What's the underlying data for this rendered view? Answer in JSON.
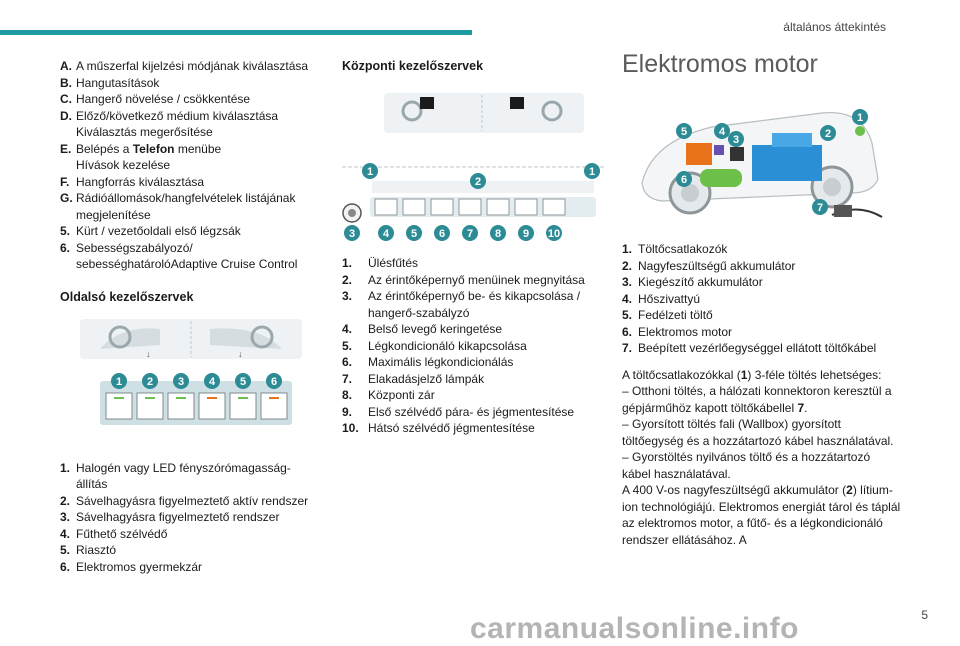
{
  "header": {
    "section": "általános áttekintés"
  },
  "page_number": "5",
  "watermark": "carmanualsonline.info",
  "col1": {
    "list": [
      {
        "k": "A.",
        "v": "A műszerfal kijelzési módjának kiválasztása"
      },
      {
        "k": "B.",
        "v": "Hangutasítások"
      },
      {
        "k": "C.",
        "v": "Hangerő növelése / csökkentése"
      },
      {
        "k": "D.",
        "v": "Előző/következő médium kiválasztása"
      },
      {
        "k": "",
        "v": "Kiválasztás megerősítése"
      },
      {
        "k": "E.",
        "v_pre": "Belépés a ",
        "v_bold": "Telefon",
        "v_post": " menübe"
      },
      {
        "k": "",
        "v": "Hívások kezelése"
      },
      {
        "k": "F.",
        "v": "Hangforrás kiválasztása"
      },
      {
        "k": "G.",
        "v": "Rádióállomások/hangfelvételek listájának megjelenítése"
      },
      {
        "k": "5.",
        "v": "Kürt / vezetőoldali első légzsák"
      },
      {
        "k": "6.",
        "v": "Sebességszabályozó/ sebességhatárolóAdaptive Cruise Control"
      }
    ],
    "side_title": "Oldalsó kezelőszervek",
    "side_list": [
      {
        "k": "1.",
        "v": "Halogén vagy LED fényszórómagasság-állítás"
      },
      {
        "k": "2.",
        "v": "Sávelhagyásra figyelmeztető aktív rendszer"
      },
      {
        "k": "3.",
        "v": "Sávelhagyásra figyelmeztető rendszer"
      },
      {
        "k": "4.",
        "v": "Fűthető szélvédő"
      },
      {
        "k": "5.",
        "v": "Riasztó"
      },
      {
        "k": "6.",
        "v": "Elektromos gyermekzár"
      }
    ],
    "figure_badges": [
      "1",
      "2",
      "3",
      "4",
      "5",
      "6"
    ]
  },
  "col2": {
    "title": "Központi kezelőszervek",
    "list": [
      {
        "k": "1.",
        "v": "Ülésfűtés"
      },
      {
        "k": "2.",
        "v": "Az érintőképernyő menüinek megnyitása"
      },
      {
        "k": "3.",
        "v": "Az érintőképernyő be- és kikapcsolása / hangerő-szabályzó"
      },
      {
        "k": "4.",
        "v": "Belső levegő keringetése"
      },
      {
        "k": "5.",
        "v": "Légkondicionáló kikapcsolása"
      },
      {
        "k": "6.",
        "v": "Maximális légkondicionálás"
      },
      {
        "k": "7.",
        "v": "Elakadásjelző lámpák"
      },
      {
        "k": "8.",
        "v": "Központi zár"
      },
      {
        "k": "9.",
        "v": "Első szélvédő pára- és jégmentesítése"
      },
      {
        "k": "10.",
        "v": "Hátsó szélvédő jégmentesítése"
      }
    ],
    "figure_badges": [
      "1",
      "2",
      "1",
      "3",
      "4",
      "5",
      "6",
      "7",
      "8",
      "9",
      "10"
    ]
  },
  "col3": {
    "title": "Elektromos motor",
    "list": [
      {
        "k": "1.",
        "v": "Töltőcsatlakozók"
      },
      {
        "k": "2.",
        "v": "Nagyfeszültségű akkumulátor"
      },
      {
        "k": "3.",
        "v": "Kiegészítő akkumulátor"
      },
      {
        "k": "4.",
        "v": "Hőszivattyú"
      },
      {
        "k": "5.",
        "v": "Fedélzeti töltő"
      },
      {
        "k": "6.",
        "v": "Elektromos motor"
      },
      {
        "k": "7.",
        "v": "Beépített vezérlőegységgel ellátott töltőkábel"
      }
    ],
    "paragraph": {
      "p1_pre": "A töltőcsatlakozókkal (",
      "p1_b1": "1",
      "p1_post": ") 3-féle töltés lehetséges:",
      "l1_pre": "– Otthoni töltés, a hálózati konnektoron keresztül a gépjárműhöz kapott töltőkábellel ",
      "l1_b": "7",
      "l1_post": ".",
      "l2": "– Gyorsított töltés fali (Wallbox) gyorsított töltőegység és a hozzátartozó kábel használatával.",
      "l3": "– Gyorstöltés nyilvános töltő és a hozzátartozó kábel használatával.",
      "l4_pre": "A 400 V-os nagyfeszültségű akkumulátor (",
      "l4_b": "2",
      "l4_post": ") lítium-ion technológiájú. Elektromos energiát tárol és táplál az elektromos motor, a fűtő- és a légkondicionáló rendszer ellátásához. A"
    },
    "figure_badges": [
      "1",
      "5",
      "4",
      "3",
      "2",
      "6",
      "7"
    ]
  },
  "colors": {
    "accent": "#1e9aa3",
    "badge": "#2c8b95",
    "green": "#6cc04a",
    "orange": "#e8731a",
    "blue": "#2b8fd6"
  }
}
